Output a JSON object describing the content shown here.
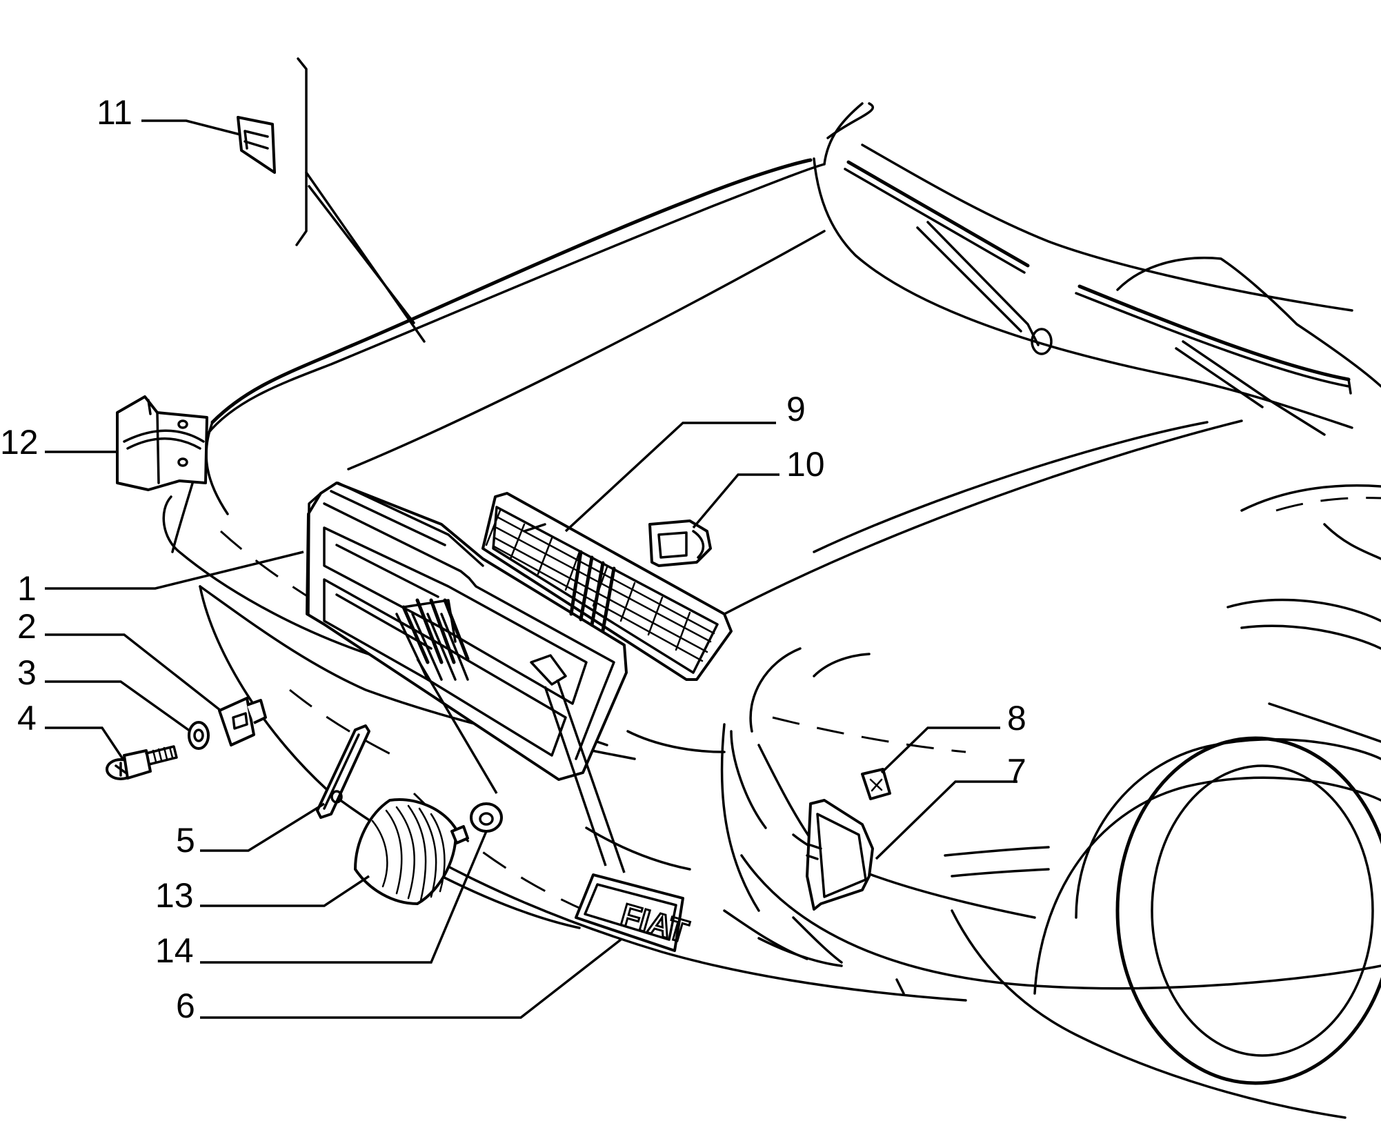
{
  "diagram": {
    "callouts": [
      {
        "id": "1",
        "label": "1"
      },
      {
        "id": "2",
        "label": "2"
      },
      {
        "id": "3",
        "label": "3"
      },
      {
        "id": "4",
        "label": "4"
      },
      {
        "id": "5",
        "label": "5"
      },
      {
        "id": "6",
        "label": "6"
      },
      {
        "id": "7",
        "label": "7"
      },
      {
        "id": "8",
        "label": "8"
      },
      {
        "id": "9",
        "label": "9"
      },
      {
        "id": "10",
        "label": "10"
      },
      {
        "id": "11",
        "label": "11"
      },
      {
        "id": "12",
        "label": "12"
      },
      {
        "id": "13",
        "label": "13"
      },
      {
        "id": "14",
        "label": "14"
      }
    ],
    "badge_text": "FIAT"
  },
  "colors": {
    "ink": "#000000",
    "paper": "#ffffff"
  }
}
